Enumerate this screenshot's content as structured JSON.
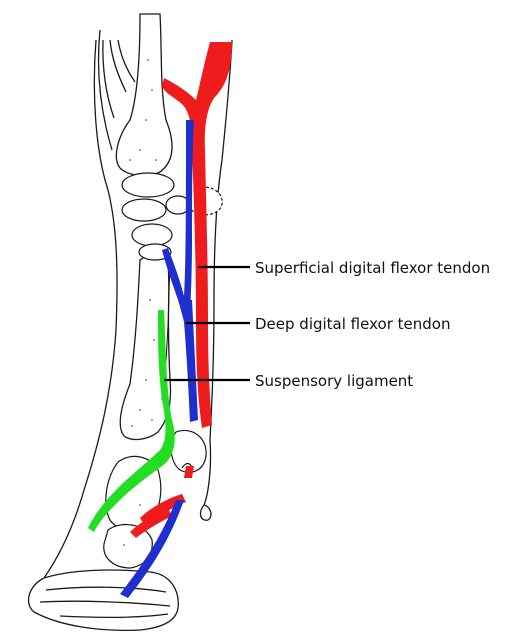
{
  "labels": {
    "superficial": "Superficial digital flexor tendon",
    "deep": "Deep digital flexor tendon",
    "suspensory": "Suspensory ligament"
  },
  "colors": {
    "superficial_digital_flexor_tendon": "#ee1c1c",
    "deep_digital_flexor_tendon": "#1f2fcf",
    "suspensory_ligament": "#22dd22",
    "outline": "#1a1a1a",
    "leader_line": "#000000"
  },
  "structures": [
    "cannon-bone",
    "carpal-bones",
    "splint-bone",
    "sesamoid-bone",
    "pastern-bones",
    "hoof"
  ]
}
